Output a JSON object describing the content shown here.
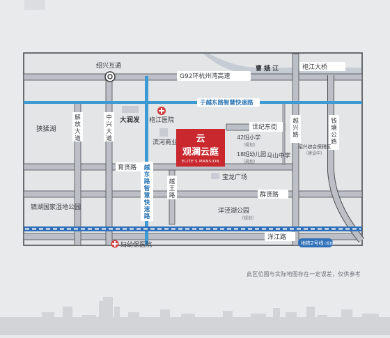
{
  "colors": {
    "page_bg": "#e9eaec",
    "map_bg": "#e4e5e7",
    "road": "#bcc0c6",
    "road_outline": "#4a4d52",
    "express": "#3d9ad4",
    "river": "#c6ccd3",
    "brand_red": "#c8282e",
    "text": "#3a3c40",
    "label_bg": "#ffffff",
    "metro_pill": "#2f6fb8"
  },
  "roads": {
    "g92": "G92环杭州湾高速",
    "yuedong_bar": "于越东路智慧快速路",
    "yuedong_vertical": "越东路智慧快速路",
    "shiji": "世纪东街",
    "yuxian": "育贤路",
    "qunxian": "群贤路",
    "yangjiang": "洋江路",
    "jiefang": "解放大道",
    "zhongxing": "中兴大道",
    "yuewang": "越王路",
    "yuexing": "越兴路",
    "qiantang": "钱塘公路"
  },
  "river": {
    "label": "曹 娥 江"
  },
  "places": {
    "hub": "绍兴互通",
    "bridge": "袍江大桥",
    "dasaifu": "狭猱湖",
    "da_run_fa": "大润发",
    "pao_hospital": "袍江医院",
    "binhe_center": "滨河商业中心",
    "school42": "42班小学",
    "school42_note": "（规划）",
    "kinder18": "18班幼儿园",
    "kinder18_note": "（规划）",
    "mashan": "马山中学",
    "baolong": "宝龙广场",
    "protected": "绍兴综合保税区",
    "protected_note": "（建设中）",
    "wetland": "镜湖国家湿地公园",
    "yangjing_park": "洋泾湖公园",
    "yangjing_note": "（规划）",
    "maternal": "妇幼保医院",
    "metro_label": "地铁2号线",
    "metro_note": "（规划）"
  },
  "project": {
    "name_cn": "观澜云庭",
    "name_en": "ELITE'S MANSION",
    "logo_glyph": "云"
  },
  "footer": {
    "disclaimer": "此区位图与实际地图存在一定误差，仅供参考"
  },
  "icons": [
    "hospital-icon",
    "interchange-icon",
    "park-icon",
    "city-skyline-icon"
  ]
}
